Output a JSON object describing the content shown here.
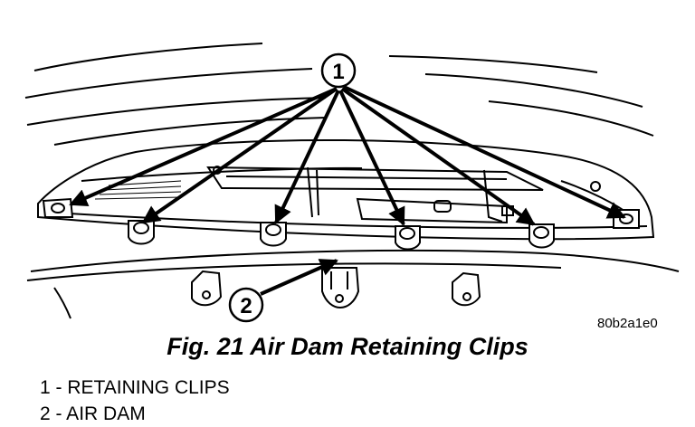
{
  "figure": {
    "image_code": "80b2a1e0",
    "caption": "Fig. 21 Air Dam Retaining Clips",
    "callouts": [
      "1",
      "2"
    ],
    "legend": [
      {
        "text": "1 - RETAINING CLIPS"
      },
      {
        "text": "2 - AIR DAM"
      }
    ]
  }
}
